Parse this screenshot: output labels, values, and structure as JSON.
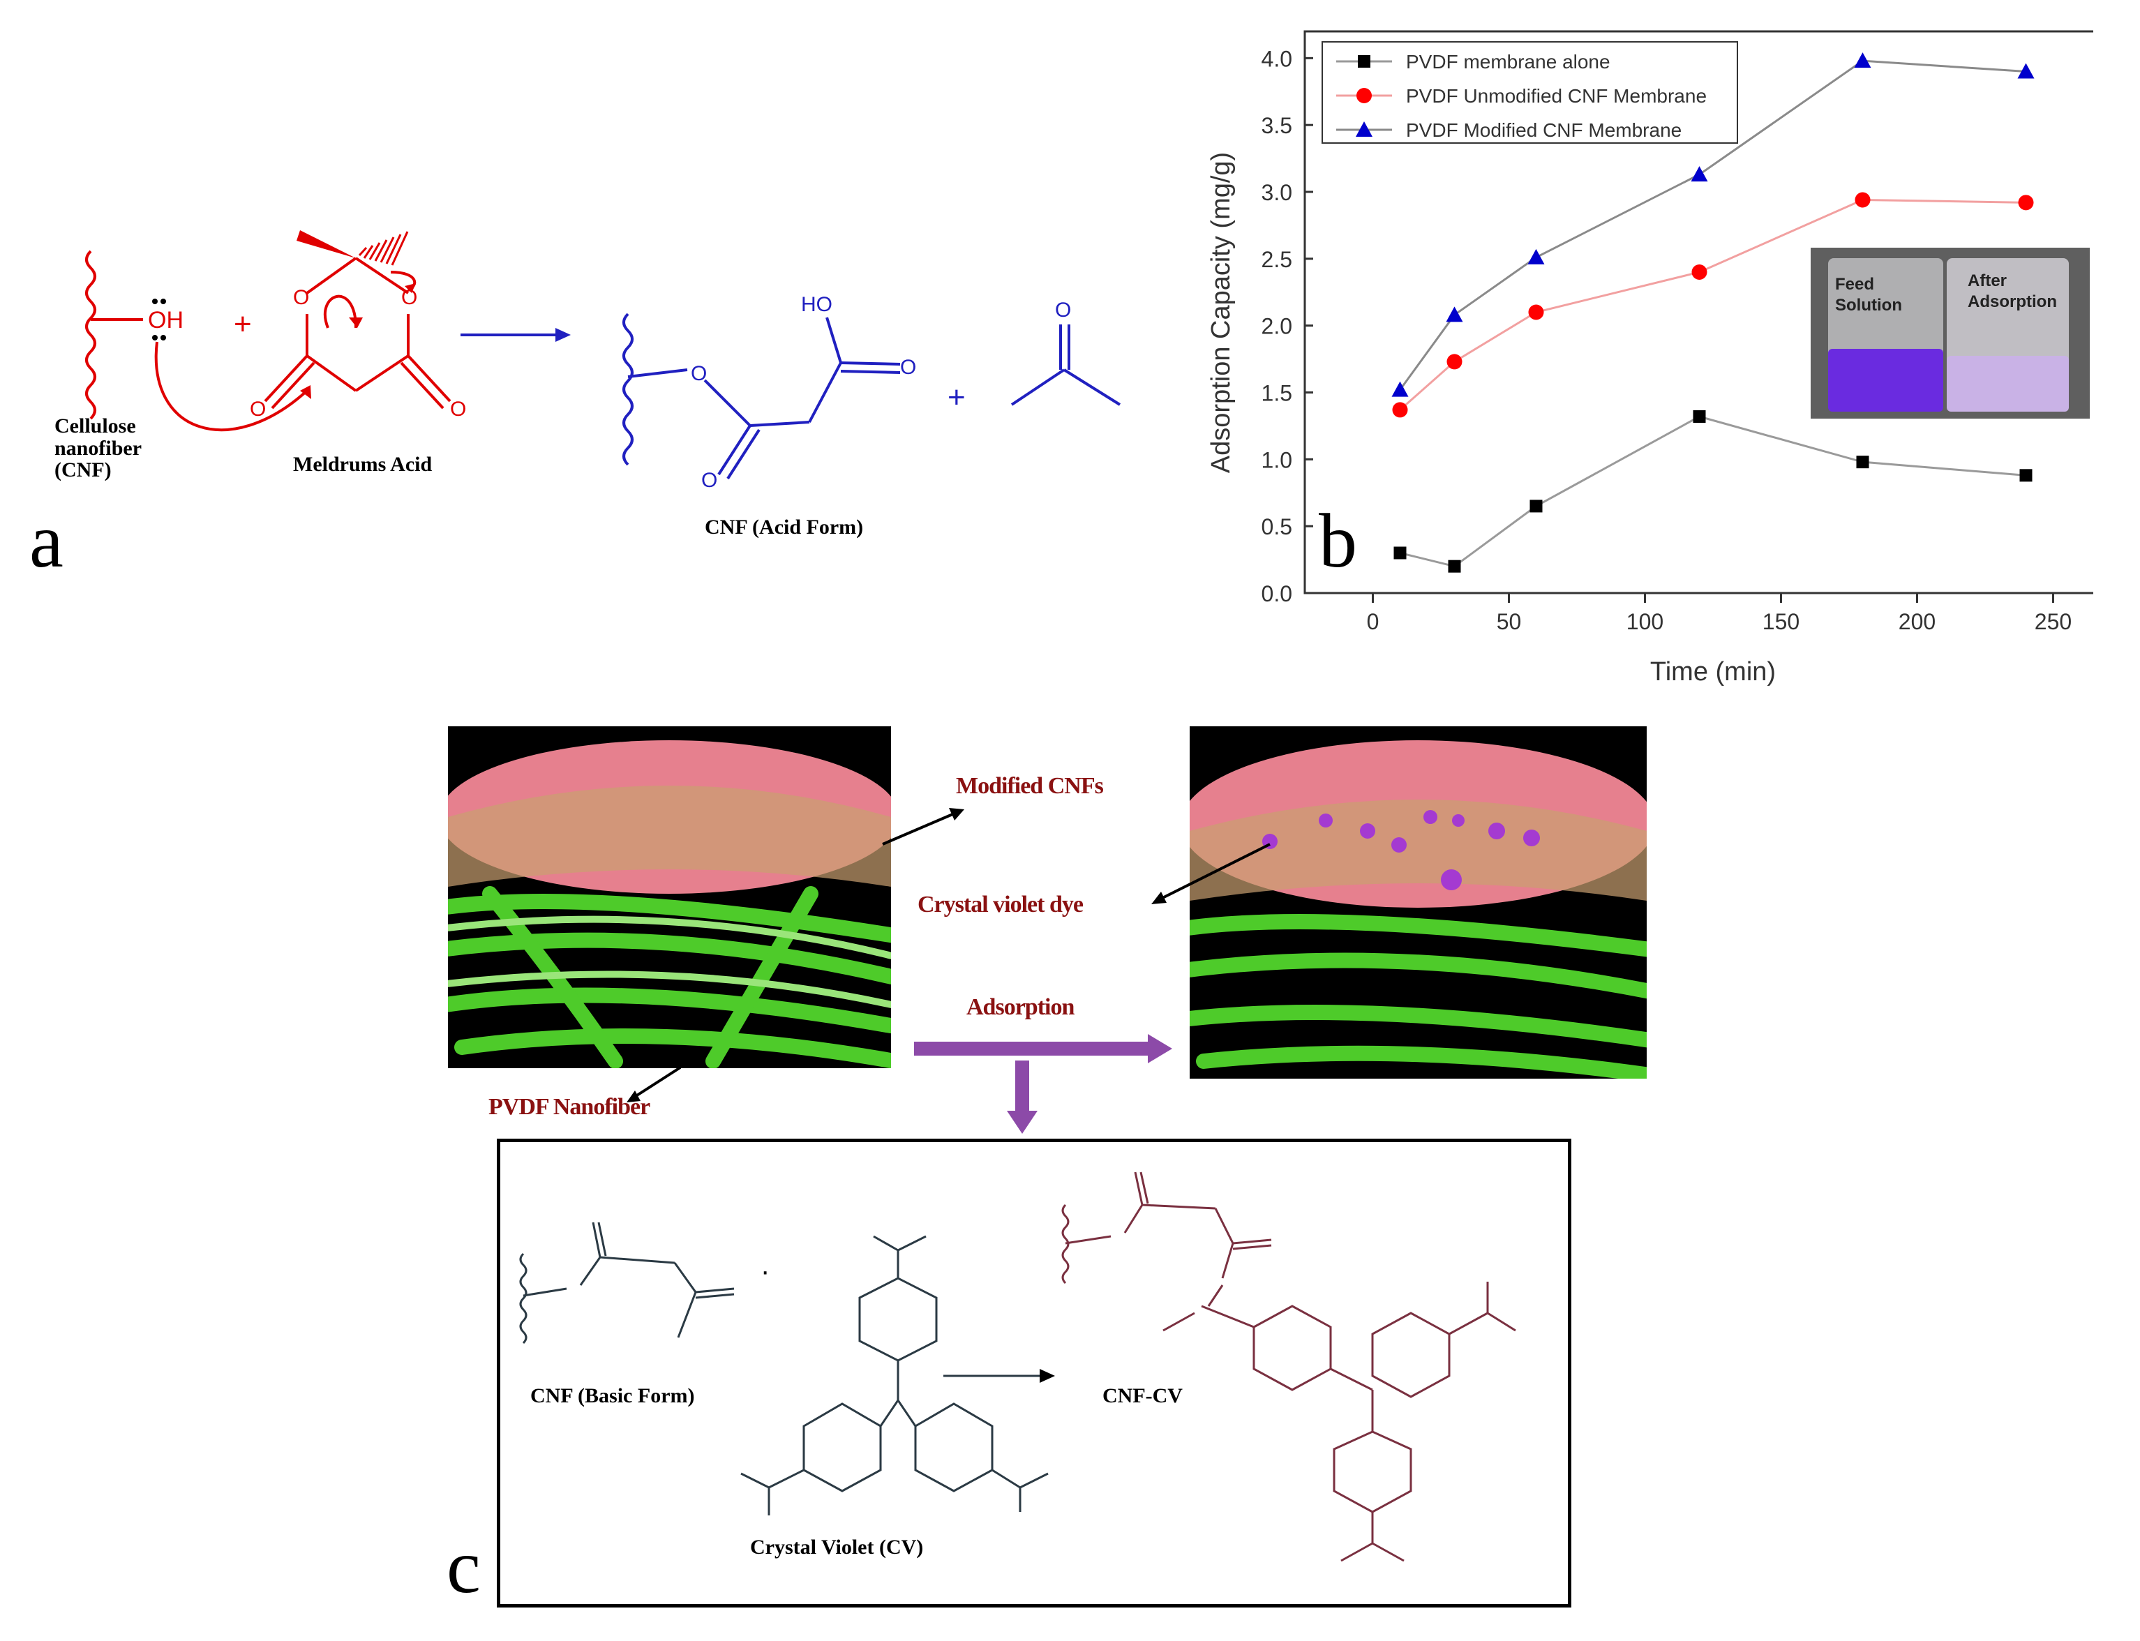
{
  "panels": {
    "a": {
      "letter": "a",
      "cnf_label": "Cellulose nanofiber (CNF)",
      "oh_label": "OH",
      "meldrum_label": "Meldrums Acid",
      "product_label": "CNF (Acid Form)",
      "ho_label": "HO",
      "o_label": "O",
      "plus": "+"
    },
    "b": {
      "letter": "b"
    },
    "c": {
      "letter": "c",
      "modified_cnfs": "Modified CNFs",
      "crystal_violet_dye": "Crystal violet dye",
      "adsorption": "Adsorption",
      "pvdf_nanofiber": "PVDF Nanofiber",
      "cnf_basic": "CNF (Basic Form)",
      "crystal_violet": "Crystal Violet (CV)",
      "cnf_cv": "CNF-CV",
      "dot": "·"
    }
  },
  "inset_photo": {
    "left_label": "Feed Solution",
    "right_label": "After Adsorption"
  },
  "chart_data": {
    "type": "line",
    "xlabel": "Time (min)",
    "ylabel": "Adsorption Capacity (mg/g)",
    "xlim": [
      -25,
      275
    ],
    "ylim": [
      0,
      4.2
    ],
    "xticks": [
      0,
      50,
      100,
      150,
      200,
      250
    ],
    "yticks": [
      0.0,
      0.5,
      1.0,
      1.5,
      2.0,
      2.5,
      3.0,
      3.5,
      4.0
    ],
    "legend_position": "top-left",
    "series": [
      {
        "name": "PVDF membrane alone",
        "marker": "square",
        "color": "#000000",
        "line_color": "#9a9a9a",
        "x": [
          10,
          30,
          60,
          120,
          180,
          240
        ],
        "y": [
          0.3,
          0.2,
          0.65,
          1.32,
          0.98,
          0.88
        ]
      },
      {
        "name": "PVDF Unmodified CNF Membrane",
        "marker": "circle",
        "color": "#ff0000",
        "line_color": "#f2a0a0",
        "x": [
          10,
          30,
          60,
          120,
          180,
          240
        ],
        "y": [
          1.37,
          1.73,
          2.1,
          2.4,
          2.94,
          2.92
        ]
      },
      {
        "name": "PVDF Modified CNF Membrane",
        "marker": "triangle",
        "color": "#0000cc",
        "line_color": "#8a8a8a",
        "x": [
          10,
          30,
          60,
          120,
          180,
          240
        ],
        "y": [
          1.52,
          2.08,
          2.51,
          3.13,
          3.98,
          3.9
        ]
      }
    ]
  }
}
